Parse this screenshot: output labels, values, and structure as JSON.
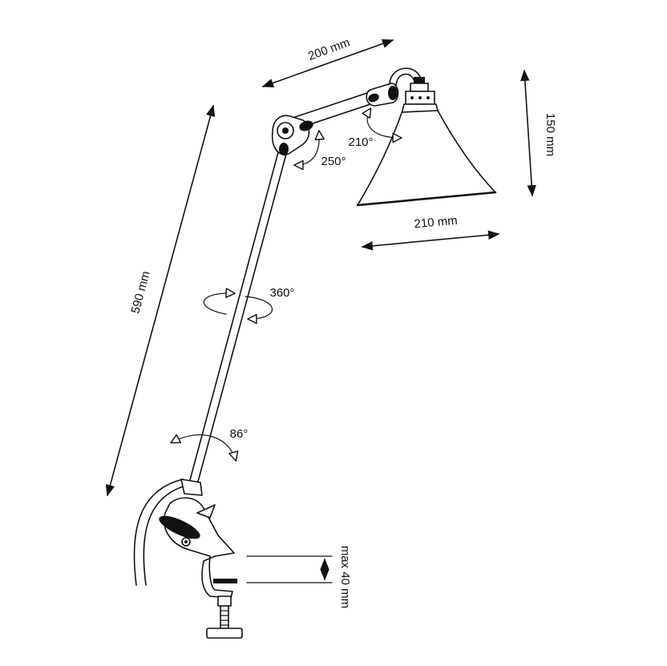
{
  "dimensions": {
    "arm_length": "200 mm",
    "shade_height": "150 mm",
    "shade_width": "210 mm",
    "column_length": "590 mm",
    "clamp_max": "max 40 mm"
  },
  "angles": {
    "shade_joint": "210°",
    "elbow_joint": "250°",
    "column_rotation": "360°",
    "base_tilt": "86°"
  },
  "colors": {
    "ink": "#111111",
    "background": "#ffffff"
  }
}
